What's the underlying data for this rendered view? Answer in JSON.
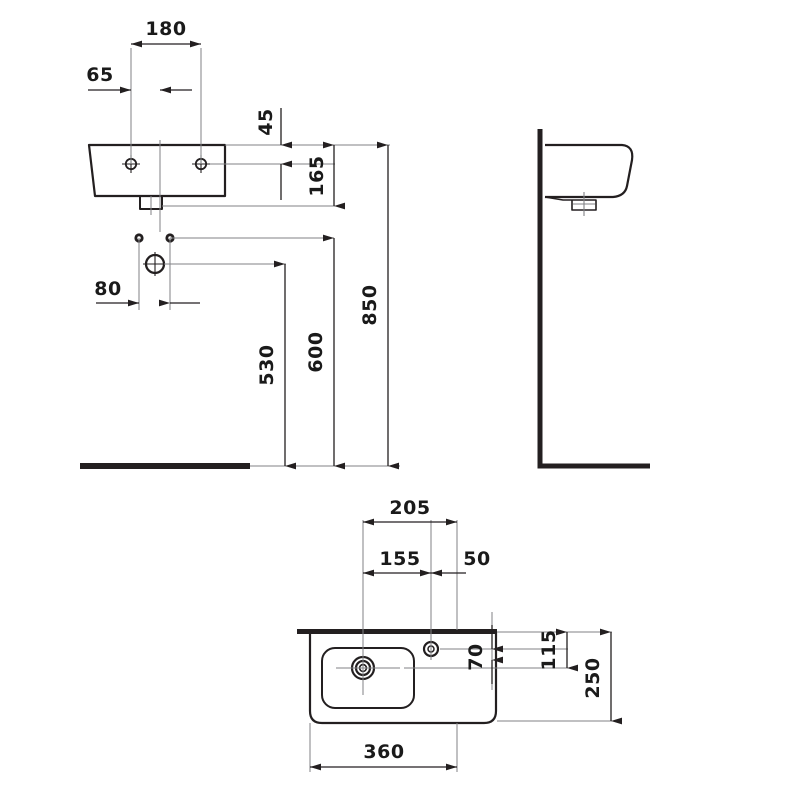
{
  "drawing": {
    "title": "Washbasin technical drawing",
    "units": "mm",
    "line_color": "#231f20",
    "thin_line_color": "#808285",
    "text_color": "#1a1a1a",
    "background": "#ffffff",
    "views": [
      {
        "id": "front-elevation",
        "label": "front-elevation-view"
      },
      {
        "id": "side-elevation",
        "label": "side-elevation-view"
      },
      {
        "id": "plan",
        "label": "plan-view"
      }
    ],
    "dimensions": {
      "front": [
        {
          "name": "tap-hole-spacing",
          "value": "180",
          "orientation": "horizontal"
        },
        {
          "name": "left-edge-to-tap-hole",
          "value": "65",
          "orientation": "horizontal"
        },
        {
          "name": "basin-rim-to-tap-hole",
          "value": "45",
          "orientation": "horizontal-upper"
        },
        {
          "name": "basin-height",
          "value": "165",
          "orientation": "vertical"
        },
        {
          "name": "bracket-hole-spacing",
          "value": "80",
          "orientation": "horizontal"
        },
        {
          "name": "trap-outlet-height",
          "value": "530",
          "orientation": "vertical"
        },
        {
          "name": "fixing-hole-height",
          "value": "600",
          "orientation": "vertical"
        },
        {
          "name": "rim-height-from-floor",
          "value": "850",
          "orientation": "vertical"
        }
      ],
      "plan": [
        {
          "name": "rear-edge-to-right-hole",
          "value": "205",
          "orientation": "horizontal"
        },
        {
          "name": "rear-edge-to-bowl-centre",
          "value": "155",
          "orientation": "horizontal"
        },
        {
          "name": "hole-to-right-edge",
          "value": "50",
          "orientation": "horizontal"
        },
        {
          "name": "wall-to-tap-hole",
          "value": "70",
          "orientation": "vertical"
        },
        {
          "name": "wall-to-bowl-centre",
          "value": "115",
          "orientation": "vertical"
        },
        {
          "name": "basin-depth",
          "value": "250",
          "orientation": "vertical"
        },
        {
          "name": "basin-width",
          "value": "360",
          "orientation": "horizontal"
        }
      ]
    }
  }
}
